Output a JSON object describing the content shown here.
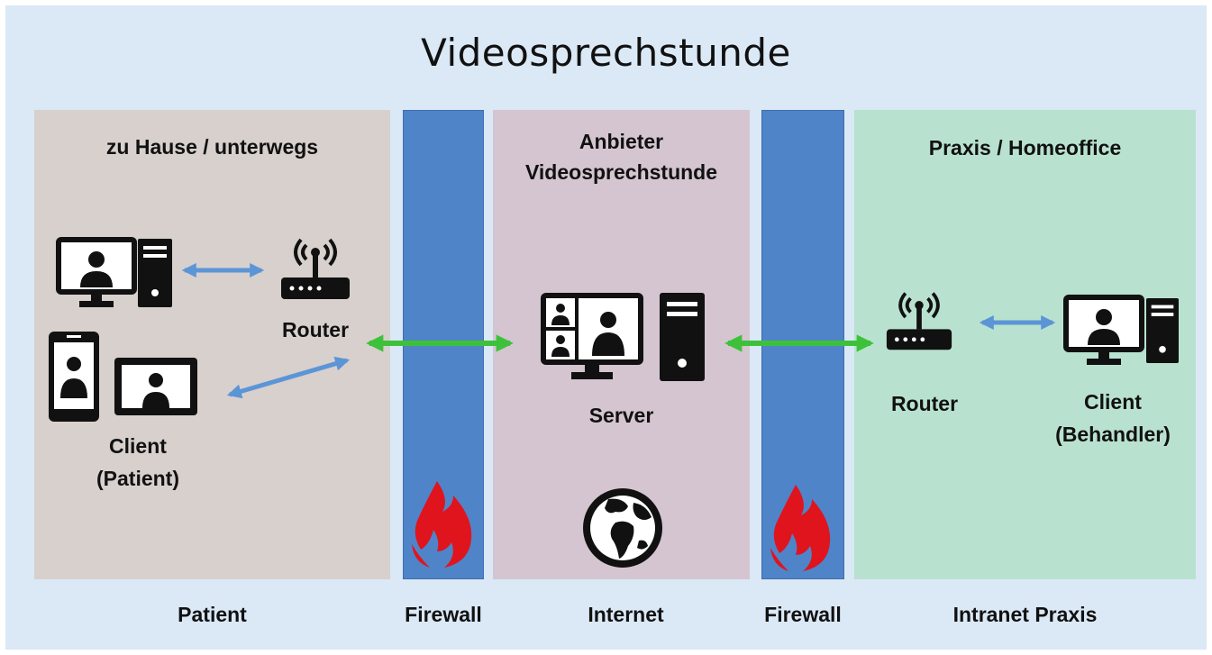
{
  "title": "Videosprechstunde",
  "zones": {
    "home": {
      "heading": "zu Hause / unterwegs",
      "client_line1": "Client",
      "client_line2": "(Patient)",
      "router": "Router"
    },
    "provider": {
      "heading_line1": "Anbieter",
      "heading_line2": "Videosprechstunde",
      "server": "Server"
    },
    "praxis": {
      "heading": "Praxis / Homeoffice",
      "router": "Router",
      "client_line1": "Client",
      "client_line2": "(Behandler)"
    }
  },
  "bottom_labels": {
    "patient": "Patient",
    "firewall_1": "Firewall",
    "internet": "Internet",
    "firewall_2": "Firewall",
    "intranet": "Intranet Praxis"
  },
  "colors": {
    "background": "#dbe8f6",
    "home_zone": "#d7d0cd",
    "provider_zone": "#d4c5d0",
    "praxis_zone": "#b8e2cf",
    "firewall": "#4f84c9",
    "local_link": "#5b95d6",
    "internet_link": "#3ec13a",
    "flame": "#e0141c",
    "icon": "#111111"
  },
  "icons": [
    "monitor-user-icon",
    "tower-pc-icon",
    "smartphone-icon",
    "tablet-icon",
    "router-icon",
    "server-monitor-icon",
    "globe-icon",
    "flame-icon"
  ]
}
